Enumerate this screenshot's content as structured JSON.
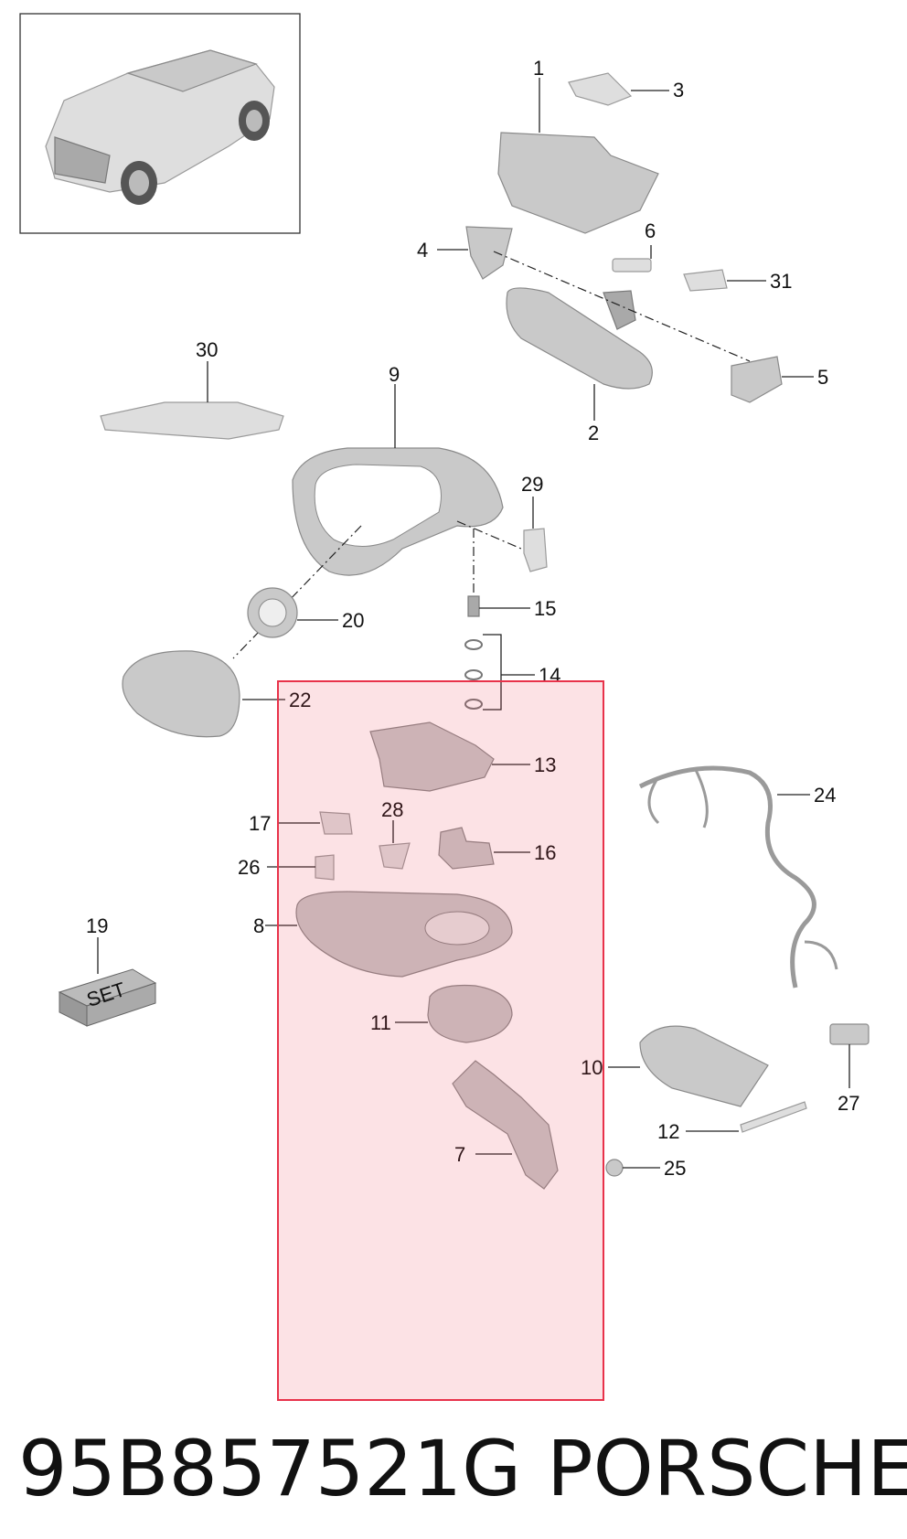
{
  "part_number": "95B857521G",
  "brand": "PORSCHE",
  "set_label": "SET",
  "highlight_color": "#e8324a",
  "callouts": {
    "c1": "1",
    "c2": "2",
    "c3": "3",
    "c4": "4",
    "c5": "5",
    "c6": "6",
    "c7": "7",
    "c8": "8",
    "c9": "9",
    "c10": "10",
    "c11": "11",
    "c12": "12",
    "c13": "13",
    "c14": "14",
    "c15": "15",
    "c16": "16",
    "c17": "17",
    "c19": "19",
    "c20": "20",
    "c22": "22",
    "c24": "24",
    "c25": "25",
    "c26": "26",
    "c27": "27",
    "c28": "28",
    "c29": "29",
    "c30": "30",
    "c31": "31"
  }
}
